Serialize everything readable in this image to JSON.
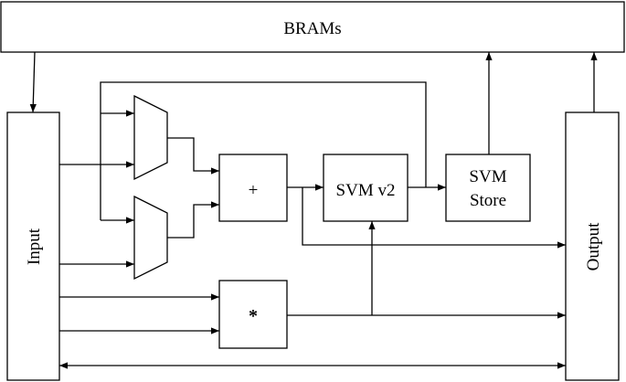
{
  "diagram": {
    "blocks": {
      "brams": "BRAMs",
      "input": "Input",
      "output": "Output",
      "adder": "+",
      "multiplier": "*",
      "svm_v2": "SVM v2",
      "svm_store_line1": "SVM",
      "svm_store_line2": "Store"
    }
  },
  "colors": {
    "stroke": "#000000",
    "background": "#ffffff"
  }
}
